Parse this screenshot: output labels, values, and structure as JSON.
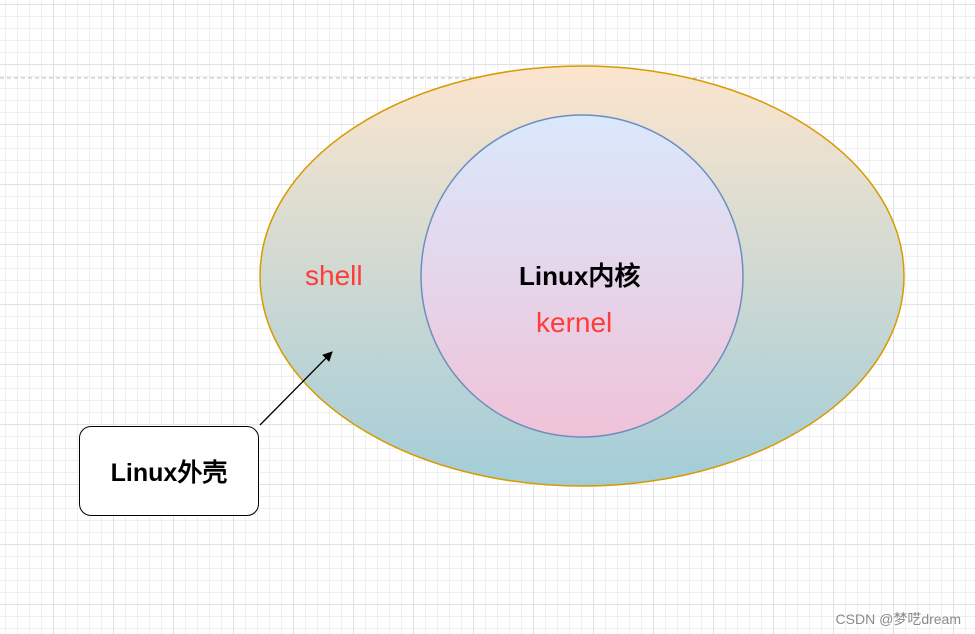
{
  "diagram": {
    "outer_shell": {
      "label": "shell",
      "stroke": "#d79b00",
      "gradient": [
        "#fce5cd",
        "#a2cdd8"
      ]
    },
    "inner_kernel": {
      "title": "Linux内核",
      "label": "kernel",
      "stroke": "#6c8ebf",
      "gradient": [
        "#dae8fc",
        "#f0c2d8"
      ]
    },
    "callout": {
      "text": "Linux外壳"
    },
    "label_color": "#ff3b3b",
    "watermark": "CSDN @梦呓dream"
  }
}
